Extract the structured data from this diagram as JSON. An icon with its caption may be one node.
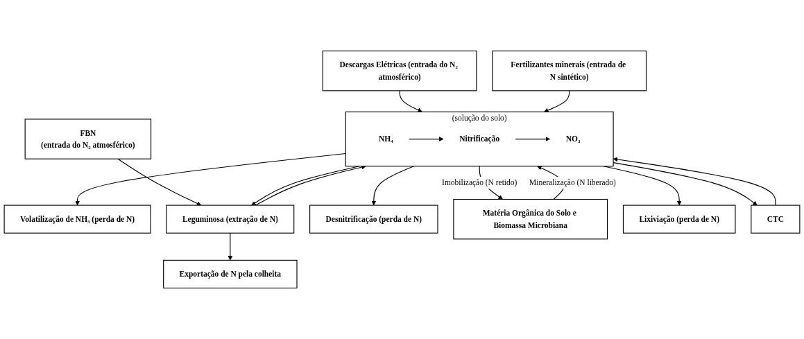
{
  "diagram": {
    "nodes": [
      {
        "text": [
          "Exportação de N pela colheita"
        ]
      },
      {
        "text": [
          "FBN",
          "(entrada do N₂ atmosférico)"
        ]
      },
      {
        "text": [
          "Volatilização de NH₃ (perda de N)"
        ]
      },
      {
        "text": [
          "Leguminosa (extração de N)"
        ]
      },
      {
        "text": [
          "Descargas Elétricas (entrada do N₂ atmosférico)"
        ]
      },
      {
        "text": [
          "Desnitrificação (perda de N)"
        ]
      },
      {
        "text": [
          "Matéria Orgânica do Solo e Biomassa Microbiana"
        ]
      },
      {
        "text": [
          "(solução do solo)"
        ]
      },
      {
        "text": [
          "NH₄"
        ],
        "in": 7
      },
      {
        "text": [
          "Nitrificação"
        ],
        "in": 7
      },
      {
        "text": [
          "NO₃"
        ],
        "in": 7
      },
      {
        "text": [
          "Fertilizantes minerais (entrada de N sintético)"
        ]
      },
      {
        "text": [
          "Lixiviação (perda de N)"
        ]
      },
      {
        "text": [
          "CTC"
        ]
      }
    ],
    "edges": [
      {
        "from": 1,
        "to": 3,
        "arrow": "to"
      },
      {
        "from": 3,
        "to": 0,
        "arrow": "to"
      },
      {
        "from": 4,
        "to": 7,
        "arrow": "to"
      },
      {
        "from": 3,
        "to": 7,
        "arrow": "to"
      },
      {
        "from": 7,
        "to": 3,
        "arrow": "to"
      },
      {
        "from": 7,
        "to": 2,
        "arrow": "to"
      },
      {
        "from": 7,
        "to": 5,
        "arrow": "to"
      },
      {
        "from": 7,
        "to": 6,
        "arrow": "to",
        "label": "Imobilização (N retido)"
      },
      {
        "from": 6,
        "to": 7,
        "arrow": "to",
        "label": "Mineralização (N liberado)"
      },
      {
        "from": 8,
        "to": 9,
        "arrow": "to"
      },
      {
        "from": 9,
        "to": 10,
        "arrow": "to"
      },
      {
        "from": 11,
        "to": 7,
        "arrow": "to"
      },
      {
        "from": 7,
        "to": 12,
        "arrow": "to"
      },
      {
        "from": 7,
        "to": 13,
        "arrow": "to"
      },
      {
        "from": 13,
        "to": 7,
        "arrow": "to"
      }
    ]
  }
}
